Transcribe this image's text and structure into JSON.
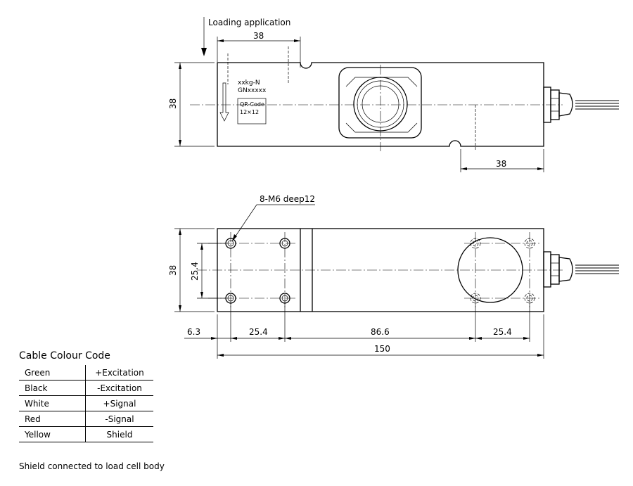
{
  "top_view": {
    "loading_label": "Loading application",
    "dim_top": "38",
    "dim_height": "38",
    "dim_right": "38",
    "label_line1": "xxkg-N",
    "label_line2": "GNxxxxx",
    "qr_line1": "QR-Code",
    "qr_line2": "12×12"
  },
  "side_view": {
    "thread_label": "8-M6 deep12",
    "dim_height": "38",
    "dim_inner": "25.4",
    "dims": [
      "6.3",
      "25.4",
      "86.6",
      "25.4"
    ],
    "dim_total": "150"
  },
  "cable_colour_code": {
    "title": "Cable Colour Code",
    "rows": [
      {
        "colour": "Green",
        "signal": "+Excitation"
      },
      {
        "colour": "Black",
        "signal": "-Excitation"
      },
      {
        "colour": "White",
        "signal": "+Signal"
      },
      {
        "colour": "Red",
        "signal": "-Signal"
      },
      {
        "colour": "Yellow",
        "signal": "Shield"
      }
    ],
    "note": "Shield connected to load cell body"
  }
}
